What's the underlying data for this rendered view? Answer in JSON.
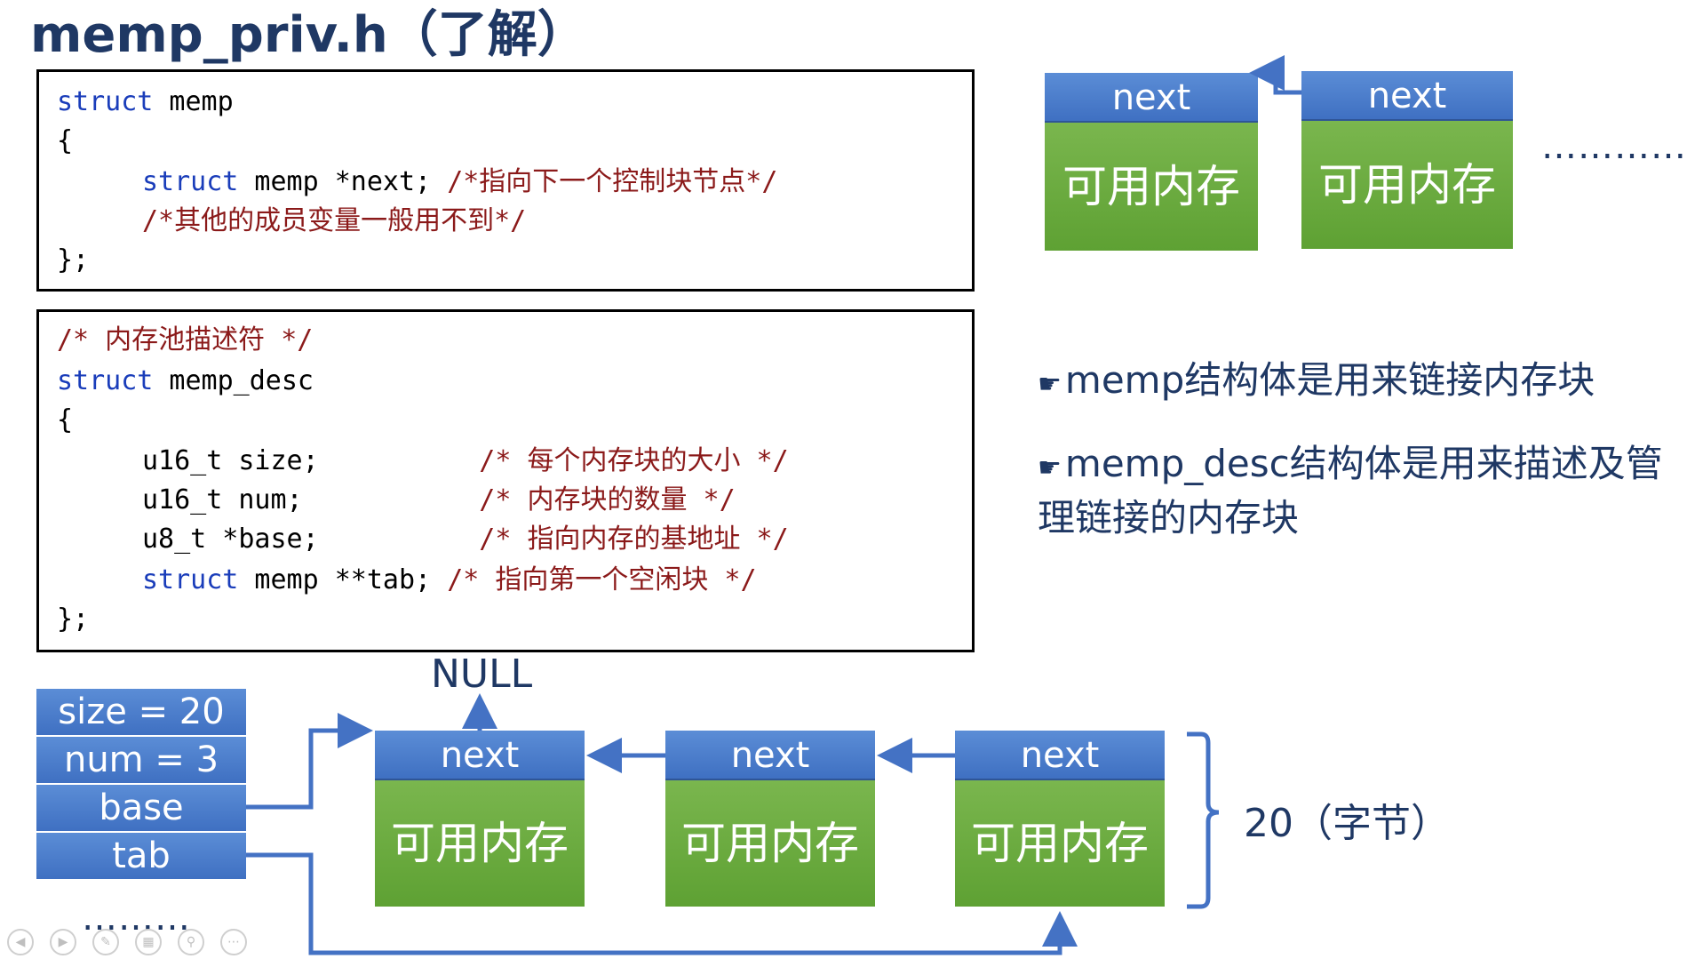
{
  "title": "memp_priv.h（了解）",
  "code_memp": {
    "line1_kw": "struct",
    "line1_rest": " memp",
    "line2": "{",
    "line3_kw": "struct",
    "line3_code": " memp *next; ",
    "line3_comment": "/*指向下一个控制块节点*/",
    "line4_comment": "/*其他的成员变量一般用不到*/",
    "line5": "};"
  },
  "code_desc": {
    "line1_comment": "/* 内存池描述符 */",
    "line2_kw": "struct",
    "line2_rest": " memp_desc",
    "line3": "{",
    "field1_code": "u16_t size;          ",
    "field1_comment": "/* 每个内存块的大小 */",
    "field2_code": "u16_t num;           ",
    "field2_comment": "/* 内存块的数量 */",
    "field3_code": "u8_t *base;          ",
    "field3_comment": "/* 指向内存的基地址 */",
    "field4_kw": "struct",
    "field4_code": " memp **tab; ",
    "field4_comment": "/* 指向第一个空闲块 */",
    "line_end": "};"
  },
  "top_chain": {
    "node_header": "next",
    "node_body": "可用内存",
    "ellipsis": "…………"
  },
  "bullets": [
    "memp结构体是用来链接内存块",
    "memp_desc结构体是用来描述及管理链接的内存块"
  ],
  "bullet_mark": "☛",
  "descriptor_cells": [
    "size = 20",
    "num = 3",
    "base",
    "tab"
  ],
  "descriptor_ellipsis": "………",
  "null_label": "NULL",
  "bottom_chain": {
    "node_header": "next",
    "node_body": "可用内存"
  },
  "size_label": "20（字节）",
  "colors": {
    "title": "#1f3864",
    "keyword": "#1a3dba",
    "comment": "#8b1a1a",
    "node_header": "#4472c4",
    "node_body": "#70ad47",
    "arrow": "#4472c4"
  },
  "nav_icons": [
    "prev-icon",
    "next-icon",
    "pen-icon",
    "slides-icon",
    "zoom-icon",
    "more-icon"
  ]
}
